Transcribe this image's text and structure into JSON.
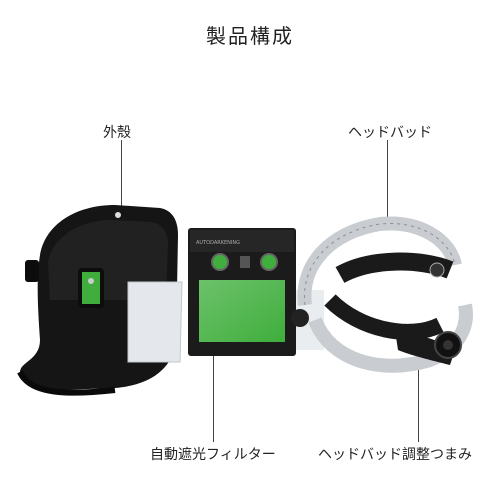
{
  "title": "製品構成",
  "labels": {
    "shell": "外殼",
    "headband": "ヘッドバッド",
    "filter": "自動遮光フィルター",
    "adjust_knob": "ヘッドバッド調整つまみ"
  },
  "filter_panel_text": "AUTODARKENING",
  "colors": {
    "helmet": "#151515",
    "lens_green": "#3fae3c",
    "glass": "#e4e8ec",
    "headband_metal": "#c9ccd0"
  }
}
